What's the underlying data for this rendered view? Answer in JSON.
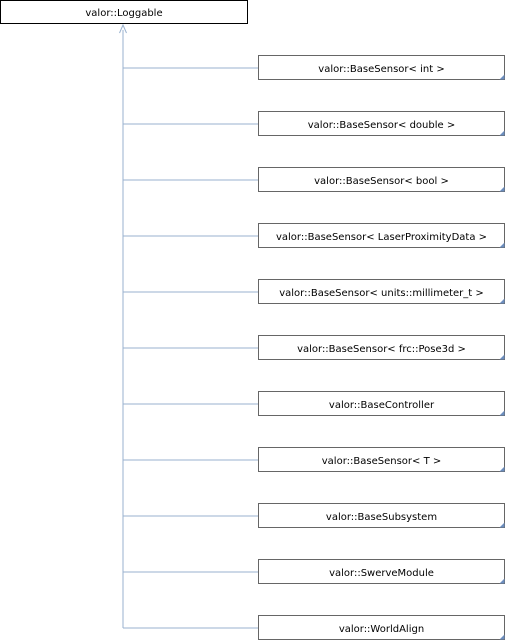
{
  "root": {
    "label": "valor::Loggable"
  },
  "children": [
    {
      "label": "valor::BaseSensor< int >"
    },
    {
      "label": "valor::BaseSensor< double >"
    },
    {
      "label": "valor::BaseSensor< bool >"
    },
    {
      "label": "valor::BaseSensor< LaserProximityData >"
    },
    {
      "label": "valor::BaseSensor< units::millimeter_t >"
    },
    {
      "label": "valor::BaseSensor< frc::Pose3d >"
    },
    {
      "label": "valor::BaseController"
    },
    {
      "label": "valor::BaseSensor< T >"
    },
    {
      "label": "valor::BaseSubsystem"
    },
    {
      "label": "valor::SwerveModule"
    },
    {
      "label": "valor::WorldAlign"
    }
  ],
  "colors": {
    "connector": "#9ab2cf",
    "border": "#666666",
    "corner": "#6c8ebf"
  }
}
